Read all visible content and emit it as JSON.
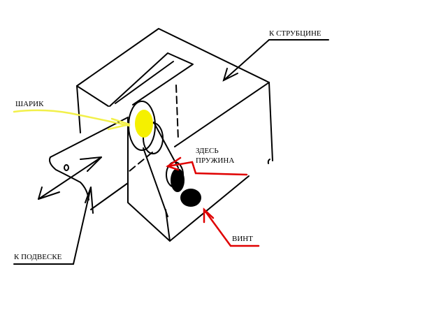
{
  "labels": {
    "clamp": "К СТРУБЦИНЕ",
    "ball": "ШАРИК",
    "spring_line1": "ЗДЕСЬ",
    "spring_line2": "ПРУЖИНА",
    "screw": "ВИНТ",
    "hanger": "К ПОДВЕСКЕ"
  },
  "colors": {
    "line": "#000000",
    "ball": "#f5f000",
    "ball_arrow": "#f2f04a",
    "red_arrow": "#e00000"
  }
}
